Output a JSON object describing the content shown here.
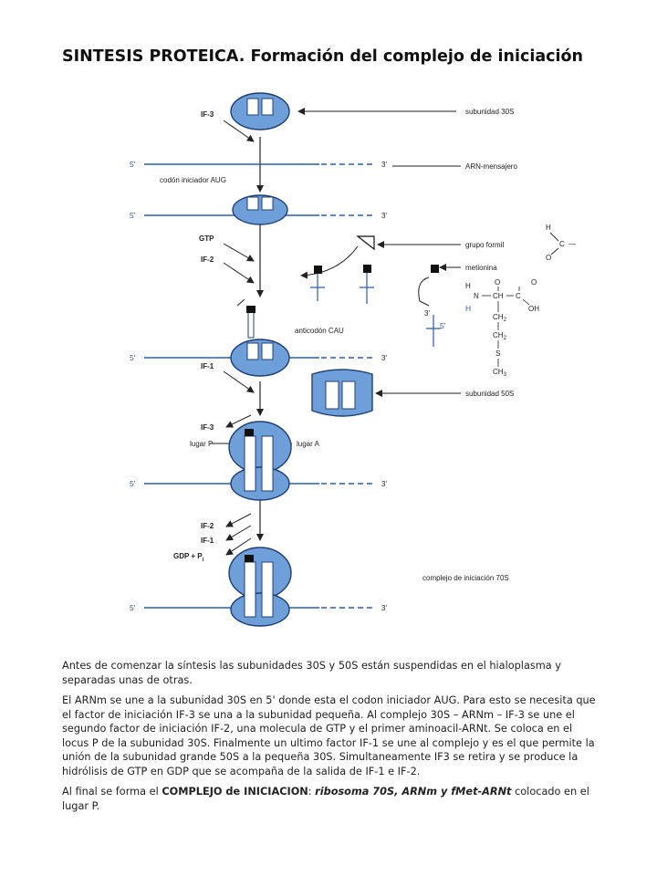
{
  "title": "SINTESIS PROTEICA. Formación del complejo de iniciación",
  "diagram": {
    "labels": {
      "subunit_30s": "subunidad 30S",
      "mrna": "ARN-mensajero",
      "formyl_group": "grupo formil",
      "methionine": "metionina",
      "subunit_50s": "subunidad 50S",
      "complex_70s": "complejo de iniciación 70S",
      "start_codon": "codón iniciador AUG",
      "anticodon": "anticodón CAU",
      "p_site": "lugar P",
      "a_site": "lugar A"
    },
    "factors": {
      "if3_top": "IF-3",
      "gtp": "GTP",
      "if2_in": "IF-2",
      "if1": "IF-1",
      "if3_mid": "IF-3",
      "if2_out": "IF-2",
      "if1_out": "IF-1",
      "gdp": "GDP + P",
      "gdp_sub": "i"
    },
    "ends": {
      "five": "5'",
      "three": "3'"
    },
    "chem": {
      "h": "H",
      "c": "C",
      "o": "O",
      "n": "N",
      "ch": "CH",
      "oh": "OH",
      "ch2": "CH",
      "sub2": "2",
      "sub3": "3",
      "s": "S",
      "ch3": "CH",
      "dash": "—",
      "equals": "="
    }
  },
  "paragraphs": {
    "p1": "Antes de comenzar la síntesis las subunidades 30S y 50S están suspendidas en el hialoplasma y separadas unas de otras.",
    "p2": "El ARNm se une a la subunidad 30S en 5' donde esta el codon iniciador AUG. Para esto se necesita que el factor de iniciación IF-3 se una a la subunidad pequeña. Al complejo 30S – ARNm – IF-3 se une el segundo factor de iniciación IF-2, una molecula de GTP y el primer aminoacil-ARNt. Se coloca en el locus P de la subunidad 30S. Finalmente un ultimo factor IF-1 se une al complejo y es el que permite la unión de la subunidad grande 50S a la pequeña 30S. Simultaneamente IF3 se retira y se produce la hidrólisis de GTP en GDP que se acompaña de la salida de IF-1 e IF-2.",
    "p3_prefix": "Al final se forma el",
    "p3_bold": "COMPLEJO de INICIACION",
    "p3_colon": ":",
    "p3_italic": "ribosoma 70S, ARNm y fMet-ARNt",
    "p3_suffix": "colocado en el lugar P."
  },
  "colors": {
    "ribosome_fill": "#6f9fd8",
    "ribosome_stroke": "#1f3f77",
    "mrna_line": "#2a5ea8",
    "text": "#222222"
  }
}
